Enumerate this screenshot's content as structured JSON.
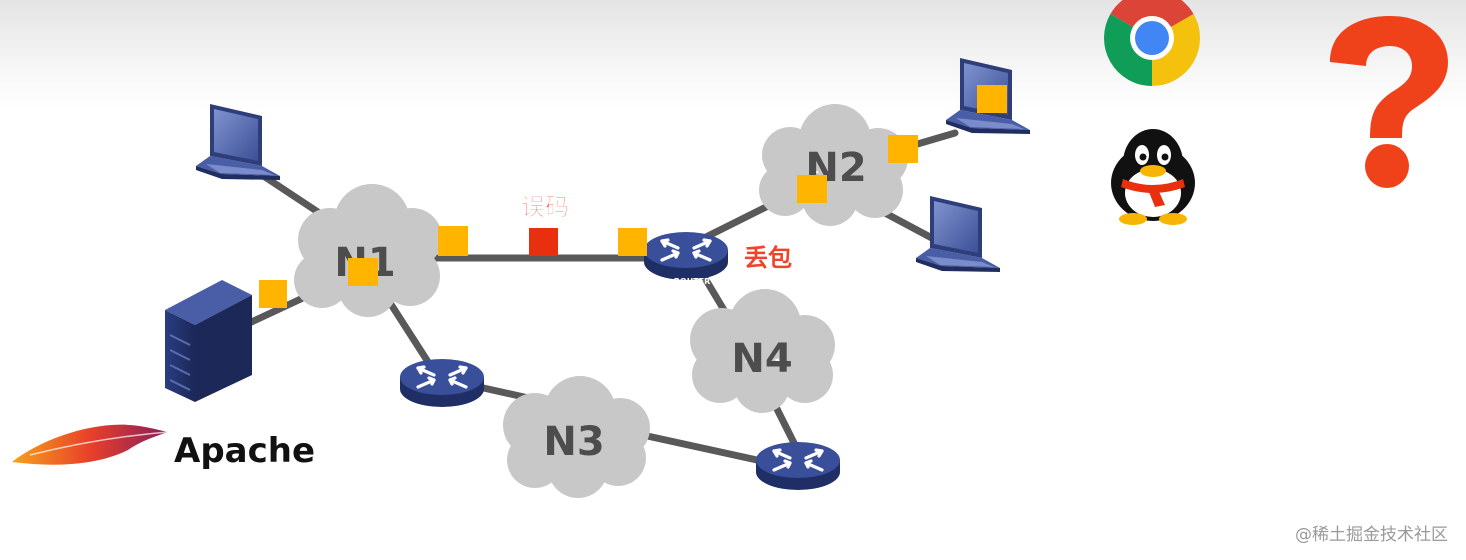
{
  "networks": [
    {
      "id": "n1",
      "label": "N1"
    },
    {
      "id": "n2",
      "label": "N2"
    },
    {
      "id": "n3",
      "label": "N3"
    },
    {
      "id": "n4",
      "label": "N4"
    }
  ],
  "router_label": "ROUTER",
  "annotations": {
    "bit_error": "误码",
    "packet_loss": "丢包"
  },
  "server_logo_text": "Apache",
  "watermark": "@稀土掘金技术社区",
  "colors": {
    "cloud": "#c8c8c8",
    "link": "#595959",
    "packet": "#ffb400",
    "packet_error": "#e8300f",
    "annotation": "#f0442a",
    "question_mark": "#f0421a",
    "router_top": "#3a4f9a",
    "router_side": "#1f2f66"
  },
  "icons": [
    "laptop-icon",
    "server-icon",
    "router-icon",
    "cloud-icon",
    "apache-feather-icon",
    "chrome-icon",
    "qq-penguin-icon",
    "question-mark-icon",
    "packet-icon"
  ]
}
